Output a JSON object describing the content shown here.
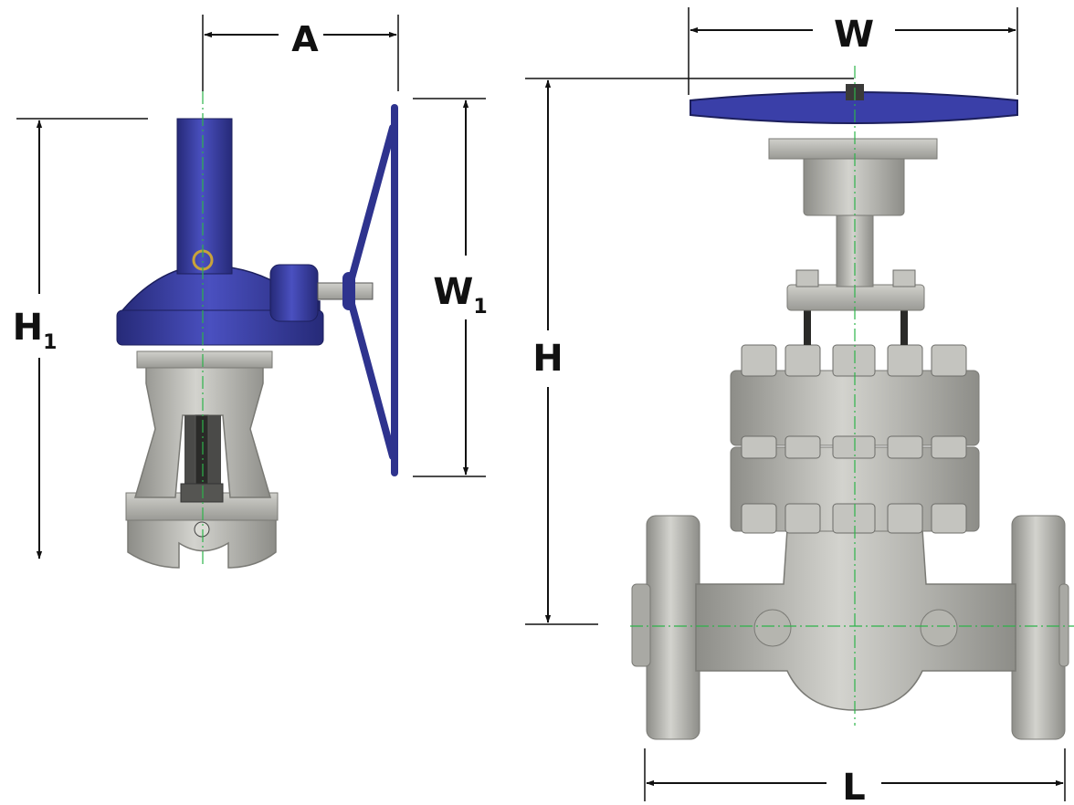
{
  "labels": {
    "a": "A",
    "w": "W",
    "w1_main": "W",
    "w1_sub": "1",
    "h1_main": "H",
    "h1_sub": "1",
    "h": "H",
    "l": "L"
  },
  "colors": {
    "dimension_line": "#111111",
    "centerline": "#2db34a",
    "actuator_blue": "#3a3fa8",
    "actuator_blue_dark": "#262a78",
    "steel_gray": "#b7b7b1",
    "steel_gray_dark": "#8d8d88",
    "steel_gray_light": "#d3d3ce"
  }
}
